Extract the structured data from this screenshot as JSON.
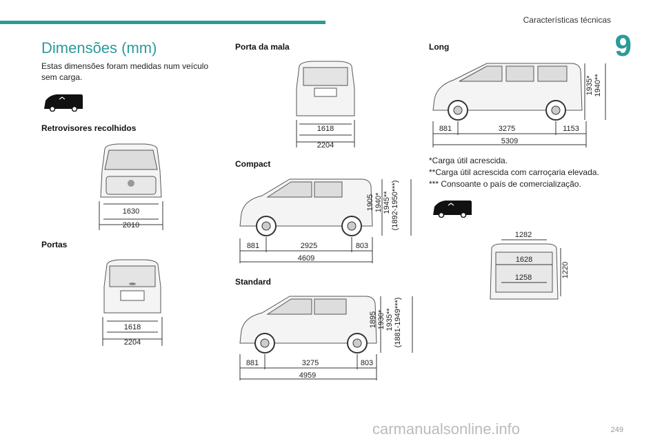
{
  "header": {
    "section": "Características técnicas",
    "chapter": "9"
  },
  "title": "Dimensões (mm)",
  "intro": "Estas dimensões foram medidas num veículo sem carga.",
  "sections": {
    "mirrors": {
      "label": "Retrovisores recolhidos",
      "width": "1630",
      "total": "2010"
    },
    "doors": {
      "label": "Portas",
      "width": "1618",
      "total": "2204"
    },
    "tailgate": {
      "label": "Porta da mala",
      "width": "1618",
      "total": "2204"
    },
    "compact": {
      "label": "Compact",
      "front": "881",
      "wheelbase": "2925",
      "rear": "803",
      "length": "4609",
      "heights": [
        "1905",
        "1940*",
        "1945**",
        "(1892-1950***)"
      ]
    },
    "standard": {
      "label": "Standard",
      "front": "881",
      "wheelbase": "3275",
      "rear": "803",
      "length": "4959",
      "heights": [
        "1895",
        "1930*",
        "1935**",
        "(1881-1949***)"
      ]
    },
    "long": {
      "label": "Long",
      "front": "881",
      "wheelbase": "3275",
      "rear": "1153",
      "length": "5309",
      "heights": [
        "1935*",
        "1940**"
      ]
    },
    "cargo": {
      "top": "1282",
      "middle": "1628",
      "bottom": "1258",
      "height": "1220"
    }
  },
  "notes": [
    "*Carga útil acrescida.",
    "**Carga útil acrescida com carroçaria elevada.",
    "*** Consoante o país de comercialização."
  ],
  "page_number": "249",
  "watermark": "carmanualsonline.info"
}
